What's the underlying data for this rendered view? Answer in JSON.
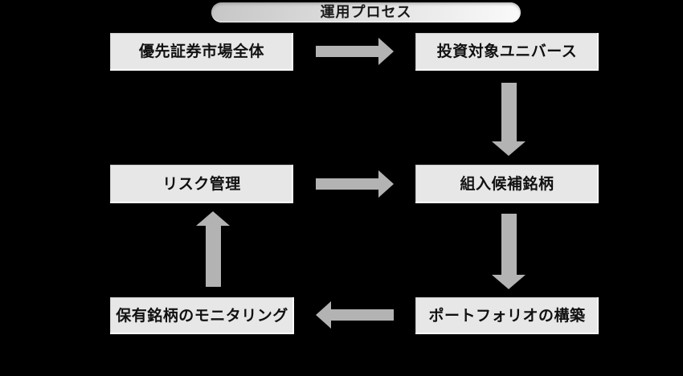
{
  "diagram": {
    "title": "運用プロセス",
    "boxes": [
      {
        "id": "market",
        "label": "優先証券市場全体"
      },
      {
        "id": "universe",
        "label": "投資対象ユニバース"
      },
      {
        "id": "risk",
        "label": "リスク管理"
      },
      {
        "id": "candidates",
        "label": "組入候補銘柄"
      },
      {
        "id": "monitoring",
        "label": "保有銘柄のモニタリング"
      },
      {
        "id": "portfolio",
        "label": "ポートフォリオの構築"
      }
    ],
    "arrows": [
      {
        "from": "優先証券市場全体",
        "to": "投資対象ユニバース",
        "direction": "right"
      },
      {
        "from": "投資対象ユニバース",
        "to": "組入候補銘柄",
        "direction": "down"
      },
      {
        "from": "リスク管理",
        "to": "組入候補銘柄",
        "direction": "right"
      },
      {
        "from": "組入候補銘柄",
        "to": "ポートフォリオの構築",
        "direction": "down"
      },
      {
        "from": "ポートフォリオの構築",
        "to": "保有銘柄のモニタリング",
        "direction": "left"
      },
      {
        "from": "保有銘柄のモニタリング",
        "to": "リスク管理",
        "direction": "up"
      }
    ]
  },
  "colors": {
    "background": "#000000",
    "box_fill": "#e7e7e7",
    "box_text": "#111111",
    "arrow": "#b3b3b3",
    "banner_gradient_start": "#c6c6c6",
    "banner_gradient_end": "#fafafa",
    "banner_text": "#1a1a1a"
  }
}
